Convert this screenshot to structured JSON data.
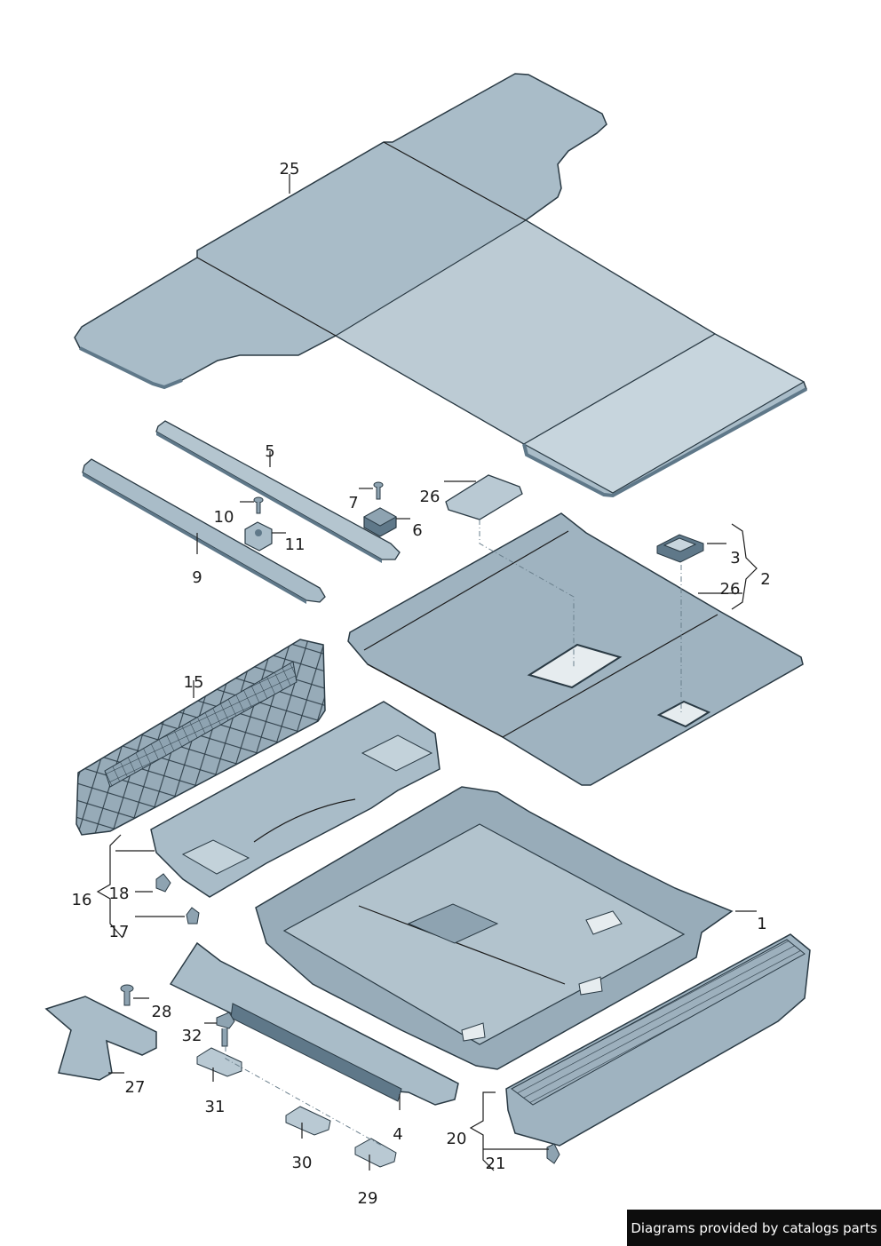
{
  "diagram": {
    "labels": {
      "p1": "1",
      "p2": "2",
      "p3": "3",
      "p4": "4",
      "p5": "5",
      "p6": "6",
      "p7": "7",
      "p9": "9",
      "p10": "10",
      "p11": "11",
      "p15": "15",
      "p16": "16",
      "p17": "17",
      "p18": "18",
      "p20": "20",
      "p21": "21",
      "p25": "25",
      "p26a": "26",
      "p26b": "26",
      "p27": "27",
      "p28": "28",
      "p29": "29",
      "p30": "30",
      "p31": "31",
      "p32": "32"
    }
  },
  "footer": {
    "credit": "Diagrams provided by catalogs parts"
  },
  "colors": {
    "part_fill": "#a7bac6",
    "part_light": "#c3d2da",
    "part_dark": "#5f7889",
    "outline": "#2a3a44"
  }
}
